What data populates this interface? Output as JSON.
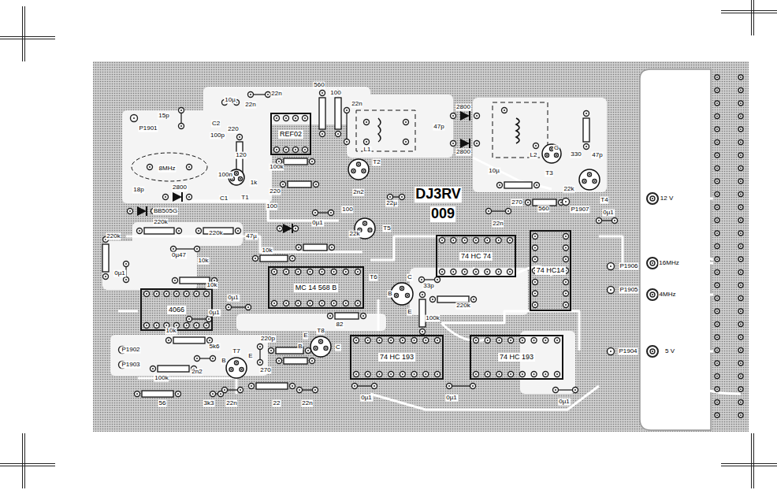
{
  "diagram": {
    "nodes": [
      {
        "text": [
          "REF02"
        ]
      },
      {
        "text": [
          "74 HC 74"
        ]
      },
      {
        "text": [
          "74 HC14"
        ]
      },
      {
        "text": [
          "MC 14 568 B"
        ]
      },
      {
        "text": [
          "4066"
        ]
      },
      {
        "text": [
          "74 HC 193"
        ]
      },
      {
        "text": [
          "74 HC 193"
        ]
      }
    ],
    "labels": [
      "15p",
      "P1901",
      "C2",
      "100p",
      "10µ",
      "220",
      "22n",
      "22n",
      "560",
      "100",
      "22n",
      "47p",
      "2800",
      "2800",
      "L1",
      "L2",
      "330",
      "47p",
      "8MHz",
      "120",
      "100n",
      "1k",
      "2800",
      "18p",
      "C1",
      "T1",
      "100k",
      "220",
      "T2",
      "2n2",
      "100",
      "22µ",
      "100",
      "BB505G",
      "220k",
      "220k",
      "47µ",
      "0µ1",
      "22k",
      "T5",
      "DJ3RV",
      "009",
      "10µ",
      "T3",
      "22k",
      "T4",
      "270",
      "560",
      "P1907",
      "0µ1",
      "22n",
      "220k",
      "0µ47",
      "0µ1",
      "10k",
      "10k",
      "10k",
      "T6",
      "B",
      "C",
      "E",
      "33p",
      "220k",
      "100k",
      "0µ1",
      "0µ1",
      "82",
      "P1906",
      "P1905",
      "P1904",
      "12 V",
      "16MHz",
      "4MHz",
      "5 V",
      "T8",
      "E",
      "B",
      "C",
      "T7",
      "B",
      "E",
      "P1902",
      "P1903",
      "10k",
      "5k6",
      "2n2",
      "100k",
      "220p",
      "270",
      "56",
      "3k3",
      "22n",
      "22",
      "22n",
      "0µ1",
      "0µ1",
      "0µ1",
      "G"
    ]
  }
}
